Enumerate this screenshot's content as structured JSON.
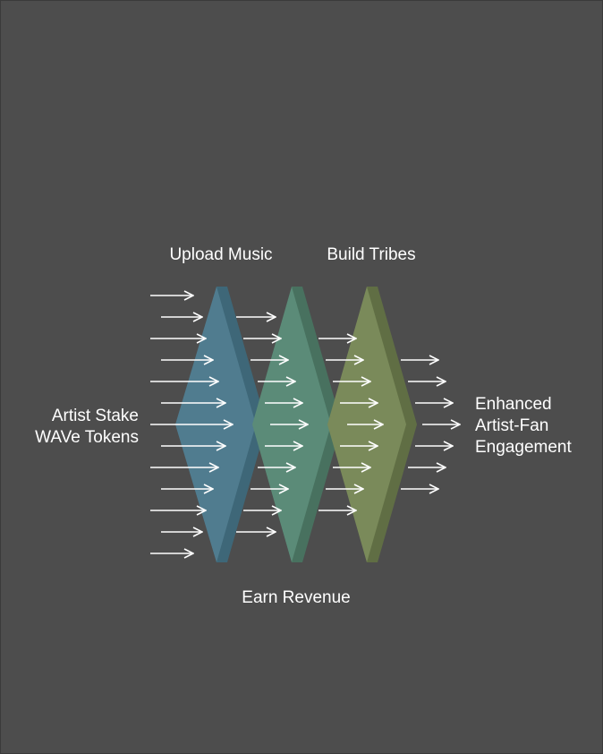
{
  "labels": {
    "input": [
      "Artist Stake",
      "WAVe Tokens"
    ],
    "stage1": "Upload Music",
    "stage2": "Earn Revenue",
    "stage3": "Build Tribes",
    "output": [
      "Enhanced",
      "Artist-Fan",
      "Engagement"
    ]
  },
  "colors": {
    "background": "#4d4d4d",
    "stage1": "#507c8f",
    "stage2": "#5b8b78",
    "stage3": "#7a8a5a",
    "edge": "#3e5b66",
    "arrow": "#ffffff"
  }
}
